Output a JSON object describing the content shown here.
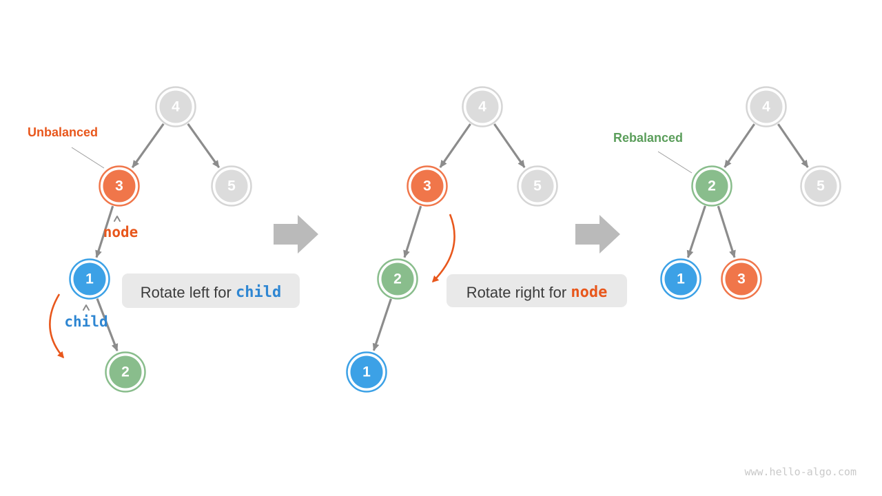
{
  "page": {
    "watermark": "www.hello-algo.com",
    "background": "#ffffff"
  },
  "palette": {
    "node_orange": "#f0764a",
    "node_blue": "#3ca1e6",
    "node_green": "#89bd8c",
    "node_gray_fill": "#dcdcdc",
    "node_gray_ring": "#d5d5d5",
    "edge_gray": "#8c8c8c",
    "big_arrow_gray": "#bababa",
    "accent_orange": "#e8571c",
    "accent_blue": "#2e86d2",
    "accent_green": "#5b9e5b",
    "caption_bg": "#e9e9e9",
    "caption_text": "#3b3b3b",
    "watermark_gray": "#c9c9c9"
  },
  "annotations": {
    "unbalanced_label": "Unbalanced",
    "rebalanced_label": "Rebalanced",
    "node_pointer_label": "node",
    "child_pointer_label": "child"
  },
  "captions": {
    "step1_prefix": "Rotate left for ",
    "step1_keyword": "child",
    "step2_prefix": "Rotate right for ",
    "step2_keyword": "node"
  },
  "trees": [
    {
      "nodes": [
        {
          "value": "4",
          "color": "gray"
        },
        {
          "value": "3",
          "color": "orange"
        },
        {
          "value": "5",
          "color": "gray"
        },
        {
          "value": "1",
          "color": "blue"
        },
        {
          "value": "2",
          "color": "green"
        }
      ]
    },
    {
      "nodes": [
        {
          "value": "4",
          "color": "gray"
        },
        {
          "value": "3",
          "color": "orange"
        },
        {
          "value": "5",
          "color": "gray"
        },
        {
          "value": "2",
          "color": "green"
        },
        {
          "value": "1",
          "color": "blue"
        }
      ]
    },
    {
      "nodes": [
        {
          "value": "4",
          "color": "gray"
        },
        {
          "value": "2",
          "color": "green"
        },
        {
          "value": "5",
          "color": "gray"
        },
        {
          "value": "1",
          "color": "blue"
        },
        {
          "value": "3",
          "color": "orange"
        }
      ]
    }
  ]
}
